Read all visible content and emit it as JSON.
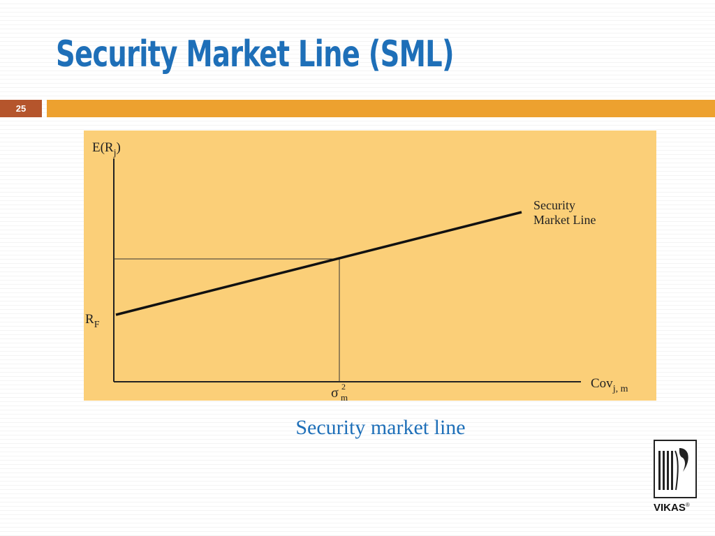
{
  "slide": {
    "title": "Security Market Line (SML)",
    "page_number": "25",
    "caption": "Security market line"
  },
  "diagram": {
    "y_axis_label": "E(R",
    "y_axis_sub": "j",
    "y_axis_close": ")",
    "rf_label": "R",
    "rf_sub": "F",
    "x_axis_label": "Cov",
    "x_axis_sub": "j, m",
    "x_marker_label": "σ",
    "x_marker_sup": "2",
    "x_marker_sub": "m",
    "line_label_1": "Security",
    "line_label_2": "Market Line"
  },
  "logo": {
    "name": "VIKAS",
    "mark": "®"
  },
  "colors": {
    "title": "#1e6fb8",
    "page_number_bg": "#b5552c",
    "accent_bar": "#eda12f",
    "figure_bg": "#fbcf78",
    "caption": "#1e6fb8"
  }
}
